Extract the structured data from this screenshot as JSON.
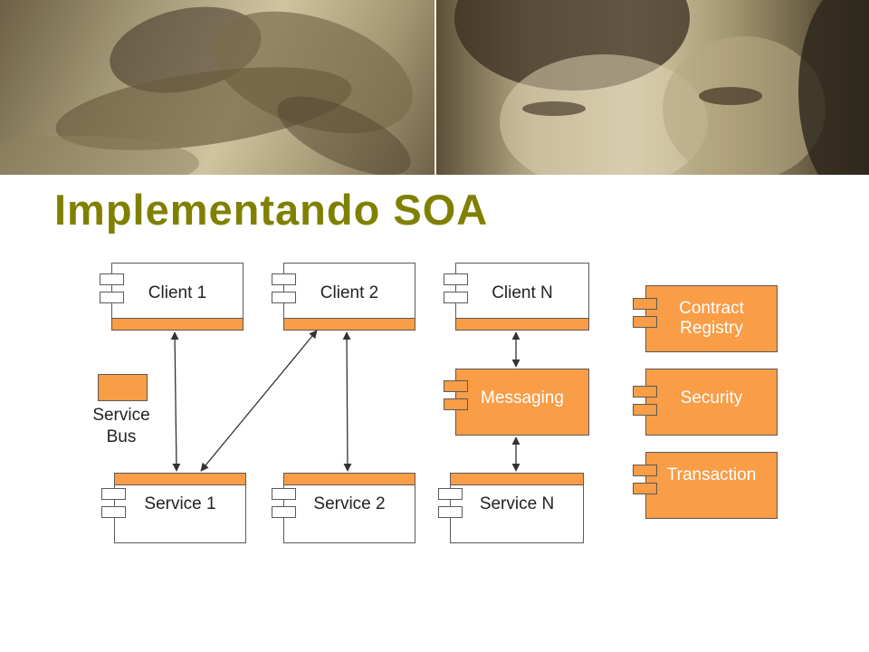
{
  "slide": {
    "title": "Implementando SOA",
    "title_color": "#808000"
  },
  "colors": {
    "component_orange": "#f99d47",
    "component_border": "#5a5a5a"
  },
  "diagram": {
    "clients": [
      "Client 1",
      "Client 2",
      "Client N"
    ],
    "services": [
      "Service 1",
      "Service 2",
      "Service N"
    ],
    "messaging": "Messaging",
    "side_components": [
      "Contract Registry",
      "Security",
      "Transaction"
    ],
    "legend": {
      "label": "Service Bus"
    }
  }
}
